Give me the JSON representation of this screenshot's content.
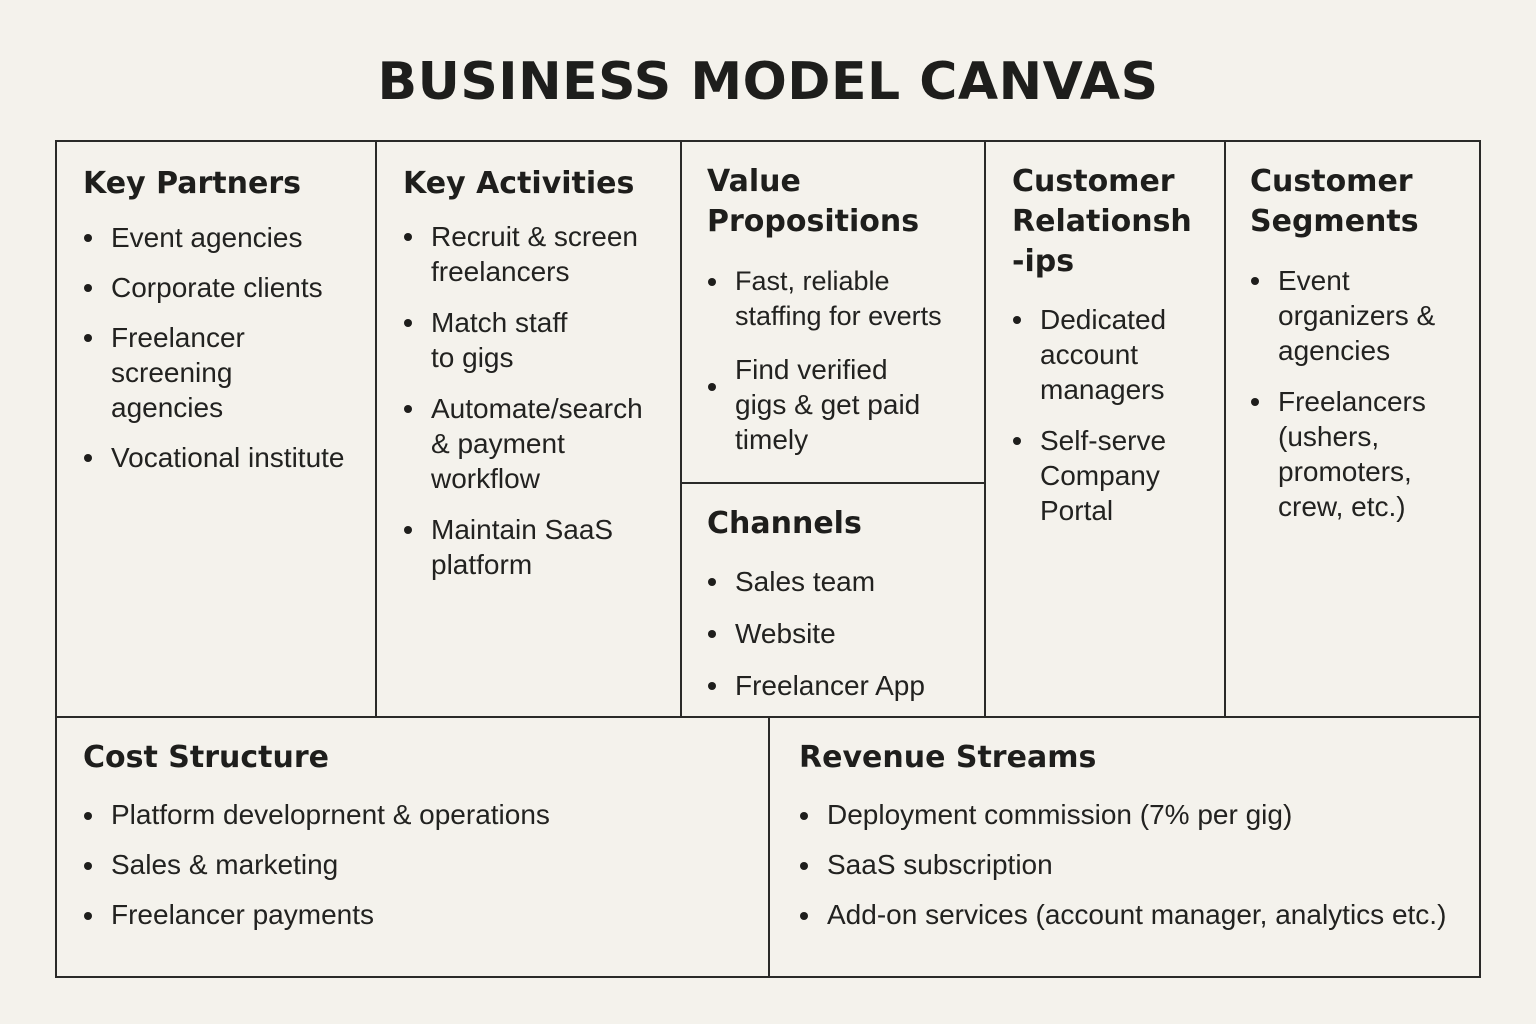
{
  "title": "BUSINESS MODEL CANVAS",
  "blocks": {
    "key_partners": {
      "heading": "Key Partners",
      "items": [
        "Event agencies",
        "Corporate clients",
        "Freelancer screening agencies",
        "Vocational institute"
      ]
    },
    "key_activities": {
      "heading": "Key Activities",
      "items": [
        "Recruit & screen freelancers",
        "Match staff to gigs",
        "Automate/search & payment workflow",
        "Maintain SaaS platform"
      ]
    },
    "value_propositions": {
      "heading": "Value Propositions",
      "items": [
        "Fast, reliable staffing for everts",
        "Find verified gigs & get paid timely"
      ]
    },
    "channels": {
      "heading": "Channels",
      "items": [
        "Sales team",
        "Website",
        "Freelancer App"
      ]
    },
    "customer_relationships": {
      "heading": "Customer Relationsh-ips",
      "items": [
        "Dedicated account managers",
        "Self-serve Company Portal"
      ]
    },
    "customer_segments": {
      "heading": "Customer Segments",
      "items": [
        "Event organizers & agencies",
        "Freelancers (ushers, promoters, crew, etc.)"
      ]
    },
    "cost_structure": {
      "heading": "Cost Structure",
      "items": [
        "Platform developrnent & operations",
        "Sales & marketing",
        "Freelancer payments"
      ]
    },
    "revenue_streams": {
      "heading": "Revenue Streams",
      "items": [
        "Deployment commission (7% per gig)",
        "SaaS subscription",
        "Add-on services (account manager, analytics etc.)"
      ]
    }
  }
}
